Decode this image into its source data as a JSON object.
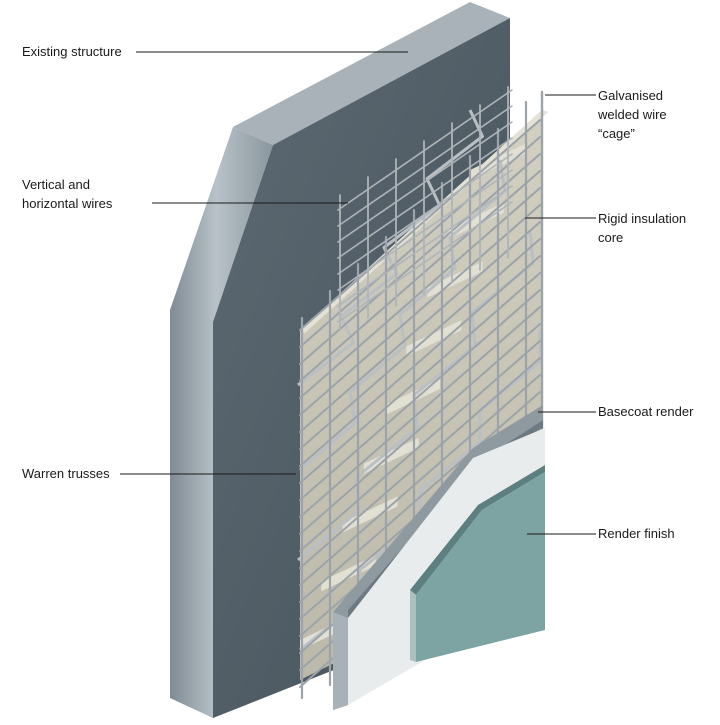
{
  "labels": {
    "existing_structure": "Existing structure",
    "wires": "Vertical and\nhorizontal wires",
    "warren": "Warren trusses",
    "cage": "Galvanised\nwelded wire\n“cage”",
    "insulation": "Rigid insulation\ncore",
    "basecoat": "Basecoat render",
    "finish": "Render finish"
  },
  "colors": {
    "structure_face": "#56646d",
    "structure_side": "#8e9aa2",
    "structure_top": "#a4aeb5",
    "insulation": "#c9c7ba",
    "insulation_light": "#e2e0d3",
    "wire": "#9ca3a9",
    "basecoat_edge": "#8f9aa1",
    "basecoat": "#e8eced",
    "finish": "#7ea3a3",
    "leader": "#1a1a1a"
  }
}
